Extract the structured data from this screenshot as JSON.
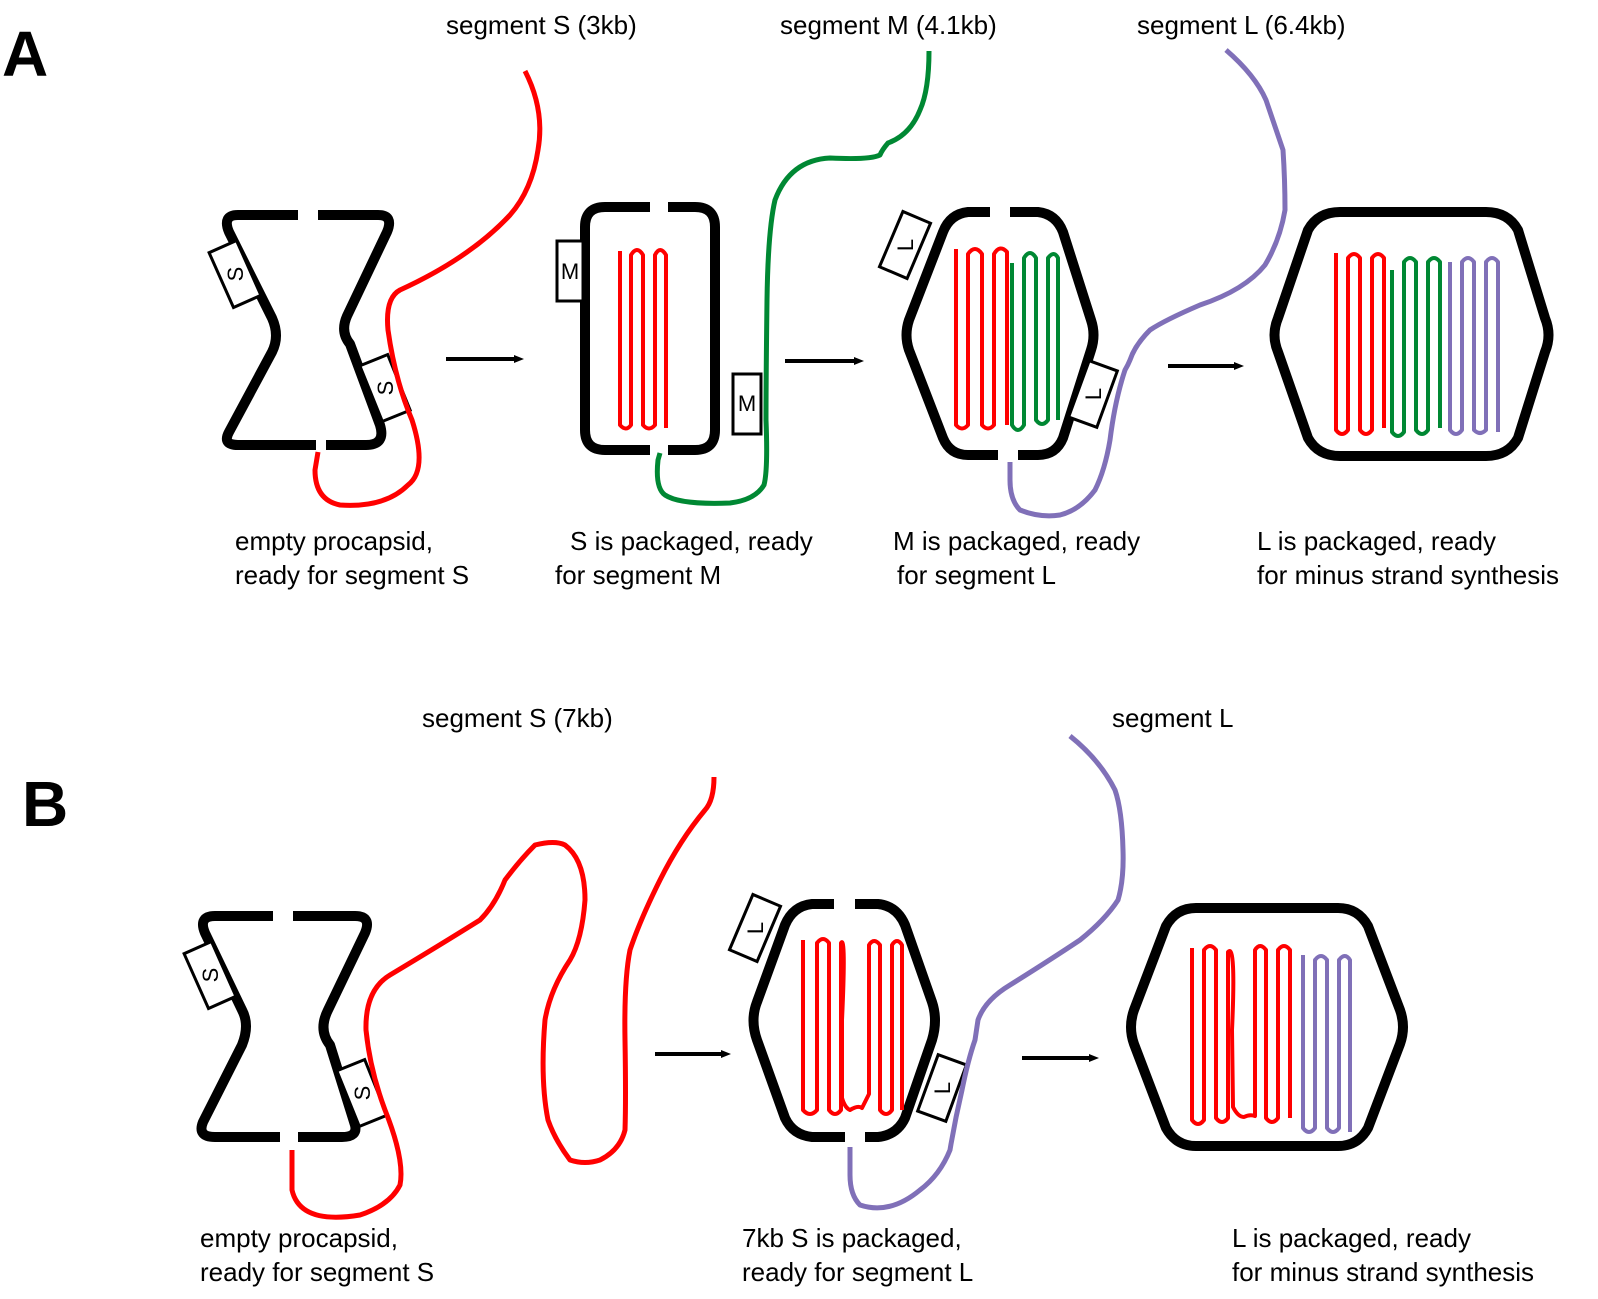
{
  "colors": {
    "segment_S": "#ff0000",
    "segment_M": "#008833",
    "segment_L": "#8070b8",
    "capsid": "#000000"
  },
  "panel_A": {
    "letter": "A",
    "segment_labels": [
      "segment S (3kb)",
      "segment M (4.1kb)",
      "segment L (6.4kb)"
    ],
    "receptor_labels": {
      "S": "S",
      "M": "M",
      "L": "L"
    },
    "stages": [
      {
        "caption_line1": "empty procapsid,",
        "caption_line2": "ready for segment S"
      },
      {
        "caption_line1": "S is packaged, ready",
        "caption_line2": "for segment M"
      },
      {
        "caption_line1": "M is packaged, ready",
        "caption_line2": "for segment L"
      },
      {
        "caption_line1": "L is packaged, ready",
        "caption_line2": "for minus strand synthesis"
      }
    ]
  },
  "panel_B": {
    "letter": "B",
    "segment_labels": [
      "segment S (7kb)",
      "segment L"
    ],
    "receptor_labels": {
      "S": "S",
      "L": "L"
    },
    "stages": [
      {
        "caption_line1": "empty procapsid,",
        "caption_line2": "ready for segment S"
      },
      {
        "caption_line1": "7kb S is packaged,",
        "caption_line2": "ready for segment L"
      },
      {
        "caption_line1": "L is packaged, ready",
        "caption_line2": "for minus strand synthesis"
      }
    ]
  }
}
